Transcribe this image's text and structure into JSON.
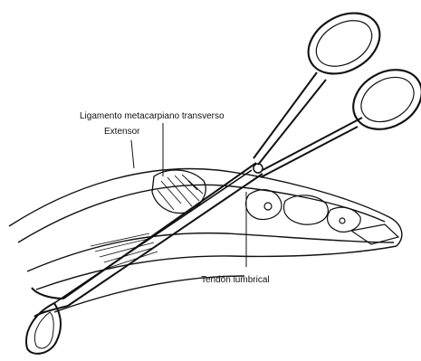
{
  "labels": {
    "ligamento": "Ligamento metacarpiano transverso",
    "extensor": "Extensor",
    "tendon": "Tendón lumbrical"
  },
  "colors": {
    "ink": "#111111",
    "background": "#ffffff"
  }
}
